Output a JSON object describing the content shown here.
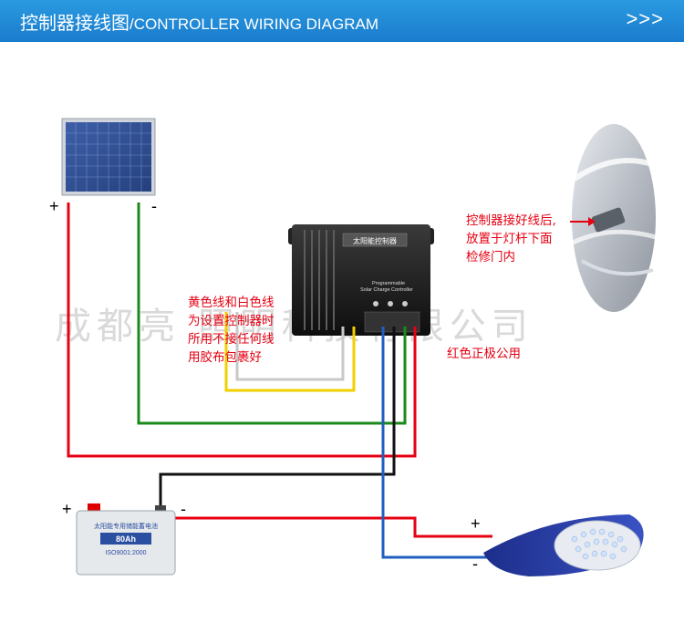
{
  "header": {
    "title_cn": "控制器接线图",
    "title_sep": "/",
    "title_en": "CONTROLLER WIRING DIAGRAM",
    "arrows": ">>>"
  },
  "watermark": "成都亮 照明科技有限公司",
  "controller": {
    "label": "太阳能控制器",
    "subtitle1": "Programmable",
    "subtitle2": "Solar Charge Controller"
  },
  "battery": {
    "label": "太阳能专用储能蓄电池",
    "capacity": "80Ah",
    "cert": "ISO9001:2000"
  },
  "notes": {
    "yellow_white": [
      "黄色线和白色线",
      "为设置控制器时",
      "所用不接任何线",
      "用胶布包裹好"
    ],
    "red_common": "红色正极公用",
    "placement": [
      "控制器接好线后,",
      "放置于灯杆下面",
      "检修门内"
    ]
  },
  "signs": {
    "panel_plus": "+",
    "panel_minus": "-",
    "battery_plus": "+",
    "battery_minus": "-",
    "lamp_plus": "+",
    "lamp_minus": "-"
  },
  "colors": {
    "header_bg": "#1a7ccd",
    "wire_red": "#e60012",
    "wire_green": "#1a8a1a",
    "wire_black": "#111111",
    "wire_blue": "#1f5fbf",
    "wire_yellow": "#f2d000",
    "wire_white": "#c8c8c8",
    "note_text": "#e60012"
  }
}
